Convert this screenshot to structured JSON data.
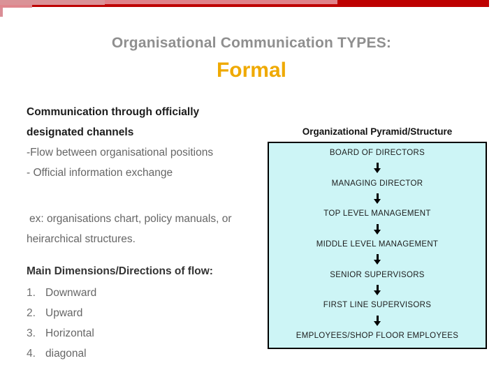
{
  "slide": {
    "title": "Organisational Communication TYPES:",
    "subtitle": "Formal"
  },
  "body": {
    "para1_line1": "Communication through officially",
    "para1_line2": "designated channels",
    "bullet1": "-Flow between organisational positions",
    "bullet2": "- Official information exchange",
    "example_line1": "ex: organisations chart, policy manuals, or",
    "example_line2": "heirarchical structures.",
    "flow_heading": "Main Dimensions/Directions of flow:",
    "flow_list": [
      {
        "num": "1.",
        "label": "Downward"
      },
      {
        "num": "2.",
        "label": "Upward"
      },
      {
        "num": "3.",
        "label": "Horizontal"
      },
      {
        "num": "4.",
        "label": "diagonal"
      }
    ]
  },
  "pyramid": {
    "heading": "Organizational Pyramid/Structure",
    "levels": [
      "BOARD OF DIRECTORS",
      "MANAGING DIRECTOR",
      "TOP LEVEL MANAGEMENT",
      "MIDDLE LEVEL MANAGEMENT",
      "SENIOR SUPERVISORS",
      "FIRST LINE SUPERVISORS",
      "EMPLOYEES/SHOP FLOOR EMPLOYEES"
    ]
  },
  "colors": {
    "bar_dark_red": "#be0000",
    "bar_pink": "#e08289",
    "title_gray": "#8f8f8f",
    "subtitle_orange": "#efa900",
    "body_gray": "#666666",
    "pyramid_box_fill": "#cdf5f6"
  }
}
